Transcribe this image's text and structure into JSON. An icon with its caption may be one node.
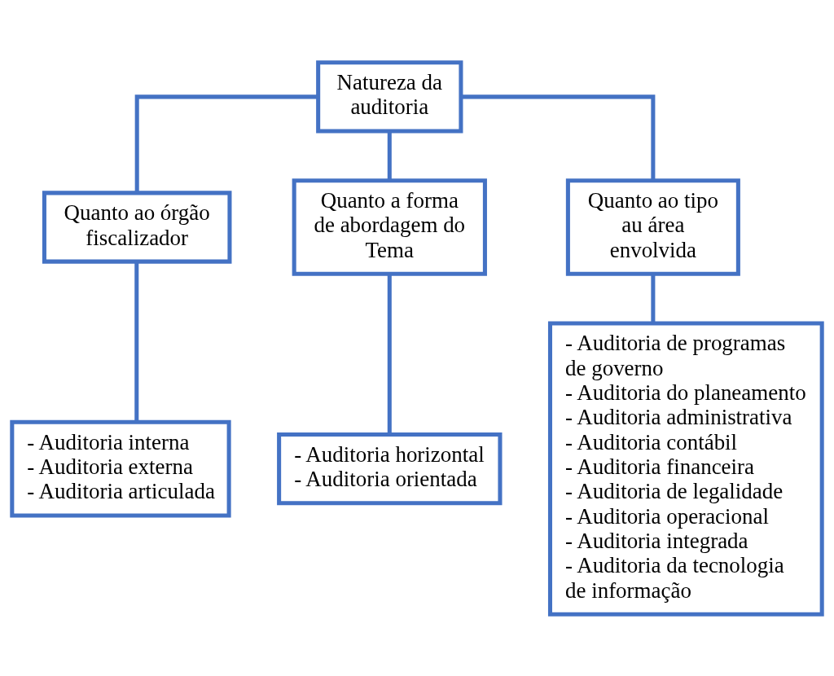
{
  "diagram": {
    "nodes": [
      {
        "text": [
          "Natureza da auditoria"
        ]
      },
      {
        "text": [
          "Quanto ao órgão fiscalizador"
        ]
      },
      {
        "text": [
          "Quanto a forma de abordagem do Tema"
        ]
      },
      {
        "text": [
          "Quanto ao tipo au área envolvida"
        ]
      },
      {
        "text": [
          "- Auditoria interna",
          "- Auditoria externa",
          "- Auditoria articulada"
        ]
      },
      {
        "text": [
          "- Auditoria horizontal",
          "- Auditoria orientada"
        ]
      },
      {
        "text": [
          "- Auditoria de programas de governo",
          "- Auditoria do planeamento",
          "- Auditoria administrativa",
          "- Auditoria contábil",
          "- Auditoria financeira",
          "- Auditoria de legalidade",
          "- Auditoria operacional",
          "- Auditoria integrada",
          "- Auditoria da tecnologia de informação"
        ]
      }
    ],
    "edges": [
      {
        "from": 0,
        "to": 1,
        "arrow": "none"
      },
      {
        "from": 0,
        "to": 2,
        "arrow": "none"
      },
      {
        "from": 0,
        "to": 3,
        "arrow": "none"
      },
      {
        "from": 1,
        "to": 4,
        "arrow": "none"
      },
      {
        "from": 2,
        "to": 5,
        "arrow": "none"
      },
      {
        "from": 3,
        "to": 6,
        "arrow": "none"
      }
    ]
  }
}
